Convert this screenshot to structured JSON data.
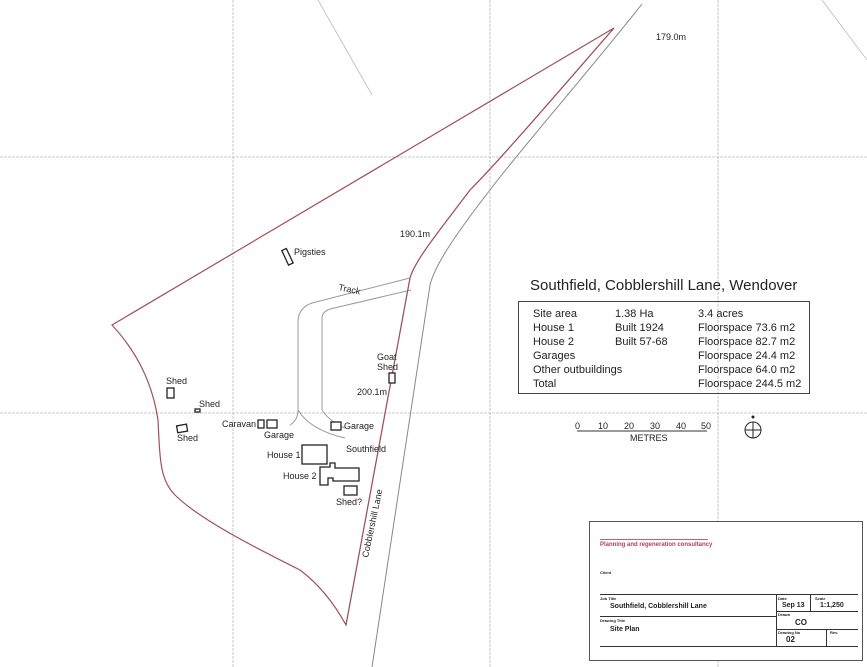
{
  "map": {
    "spot_heights": [
      "179.0m",
      "190.1m",
      "200.1m"
    ],
    "labels": {
      "pigsties": "Pigsties",
      "track": "Track",
      "goat_shed_1": "Goat",
      "goat_shed_2": "Shed",
      "shed_a": "Shed",
      "shed_b": "Shed",
      "shed_c": "Shed",
      "caravan": "Caravan",
      "garage_1": "Garage",
      "garage_2": "Garage",
      "southfield": "Southfield",
      "house_1": "House 1",
      "house_2": "House 2",
      "shed_q": "Shed?",
      "lane": "Cobblershill Lane"
    },
    "boundary_color": "#a0505a",
    "scale_bar": {
      "ticks": [
        "0",
        "10",
        "20",
        "30",
        "40",
        "50"
      ],
      "unit": "METRES"
    },
    "north_icon": "north-point-icon"
  },
  "summary": {
    "title": "Southfield, Cobblershill Lane, Wendover",
    "rows": [
      {
        "c1": "Site area",
        "c2": "1.38 Ha",
        "c3": "3.4 acres"
      },
      {
        "c1": "House 1",
        "c2": "Built 1924",
        "c3": "Floorspace  73.6 m2"
      },
      {
        "c1": "House 2",
        "c2": "Built 57-68",
        "c3": "Floorspace  82.7 m2"
      },
      {
        "c1": "Garages",
        "c2": "",
        "c3": "Floorspace  24.4 m2"
      },
      {
        "c1": "Other outbuildings",
        "c2": "",
        "c3": "Floorspace  64.0 m2"
      },
      {
        "c1": "Total",
        "c2": "",
        "c3": "Floorspace 244.5 m2"
      }
    ]
  },
  "title_block": {
    "firm": "Planning and regeneration consultancy",
    "client_label": "Client",
    "job_title_label": "Job Title",
    "job_title": "Southfield, Cobblershill Lane",
    "drawing_title_label": "Drawing Title",
    "drawing_title": "Site Plan",
    "date_label": "Date",
    "date": "Sep 13",
    "scale_label": "Scale",
    "scale": "1:1,250",
    "drawn_label": "Drawn",
    "drawn": "CO",
    "drawing_no_label": "Drawing No",
    "drawing_no": "02",
    "rev_label": "Rev."
  }
}
